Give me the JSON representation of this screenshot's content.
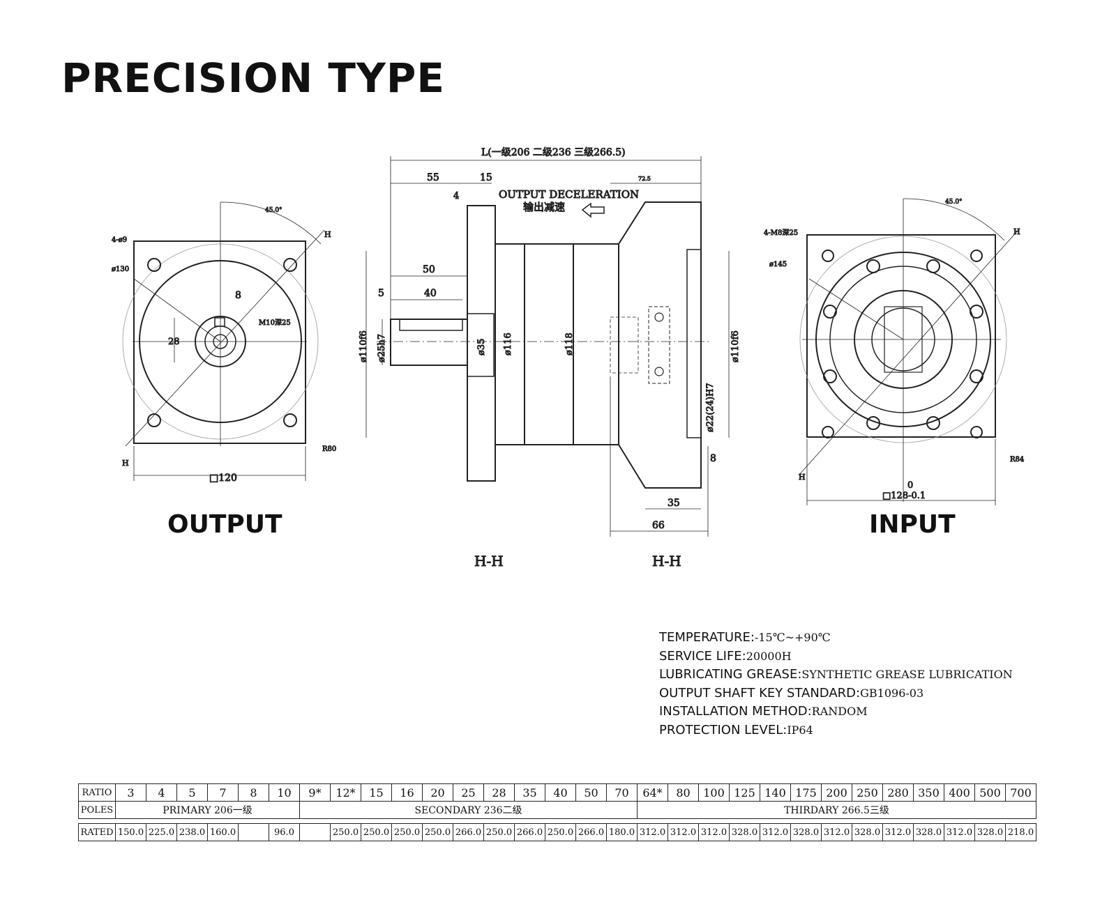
{
  "title": "PRECISION TYPE",
  "views": {
    "output_label": "OUTPUT",
    "input_label": "INPUT",
    "section_left": "H-H",
    "section_right": "H-H"
  },
  "dimensions": {
    "length": "L(一级206  二级236  三级266.5)",
    "d55": "55",
    "d15": "15",
    "d4": "4",
    "d72": "72.5",
    "output_decel_en": "OUTPUT DECELERATION",
    "output_decel_cn": "输出减速",
    "d50": "50",
    "d5": "5",
    "d40": "40",
    "phi110f6_left": "ø110f6",
    "phi25h7": "ø25h7",
    "phi35": "ø35",
    "phi116": "ø116",
    "phi118": "ø118",
    "phi22h7": "ø22(24)H7",
    "phi110f6_right": "ø110f6",
    "d8": "8",
    "d35": "35",
    "d66": "66",
    "out_holes": "4-ø9",
    "out_phi130": "ø130",
    "out_angle": "45.0°",
    "out_key": "8",
    "out_m10": "M10深25",
    "out_28": "28",
    "out_r80": "R80",
    "out_square": "□120",
    "out_h_top": "H",
    "out_h_bottom": "H",
    "in_holes": "4-M8深25",
    "in_phi145": "ø145",
    "in_angle": "45.0°",
    "in_r84": "R84",
    "in_zero": "0",
    "in_square": "□128-0.1",
    "in_h_top": "H",
    "in_h_bottom": "H"
  },
  "specs": [
    {
      "key": "TEMPERATURE:",
      "value": "-15℃~+90℃"
    },
    {
      "key": "SERVICE LIFE:",
      "value": "20000H"
    },
    {
      "key": "LUBRICATING GREASE:",
      "value": "SYNTHETIC GREASE LUBRICATION"
    },
    {
      "key": "OUTPUT SHAFT KEY STANDARD:",
      "value": "GB1096-03"
    },
    {
      "key": "INSTALLATION METHOD:",
      "value": "RANDOM"
    },
    {
      "key": "PROTECTION LEVEL:",
      "value": "IP64"
    }
  ],
  "table": {
    "ratio_header": "RATIO",
    "poles_header": "POLES",
    "rated_header": "RATED",
    "ratios": [
      "3",
      "4",
      "5",
      "7",
      "8",
      "10",
      "9*",
      "12*",
      "15",
      "16",
      "20",
      "25",
      "28",
      "35",
      "40",
      "50",
      "70",
      "64*",
      "80",
      "100",
      "125",
      "140",
      "175",
      "200",
      "250",
      "280",
      "350",
      "400",
      "500",
      "700"
    ],
    "groups": [
      {
        "label": "PRIMARY  206一级",
        "span": 6
      },
      {
        "label": "SECONDARY  236二级",
        "span": 11
      },
      {
        "label": "THIRDARY  266.5三级",
        "span": 13
      }
    ],
    "rated": [
      "150.0",
      "225.0",
      "238.0",
      "160.0",
      "",
      "96.0",
      "",
      "250.0",
      "250.0",
      "250.0",
      "250.0",
      "266.0",
      "250.0",
      "266.0",
      "250.0",
      "266.0",
      "180.0",
      "312.0",
      "312.0",
      "312.0",
      "328.0",
      "312.0",
      "328.0",
      "312.0",
      "328.0",
      "312.0",
      "328.0",
      "312.0",
      "328.0",
      "218.0"
    ]
  }
}
